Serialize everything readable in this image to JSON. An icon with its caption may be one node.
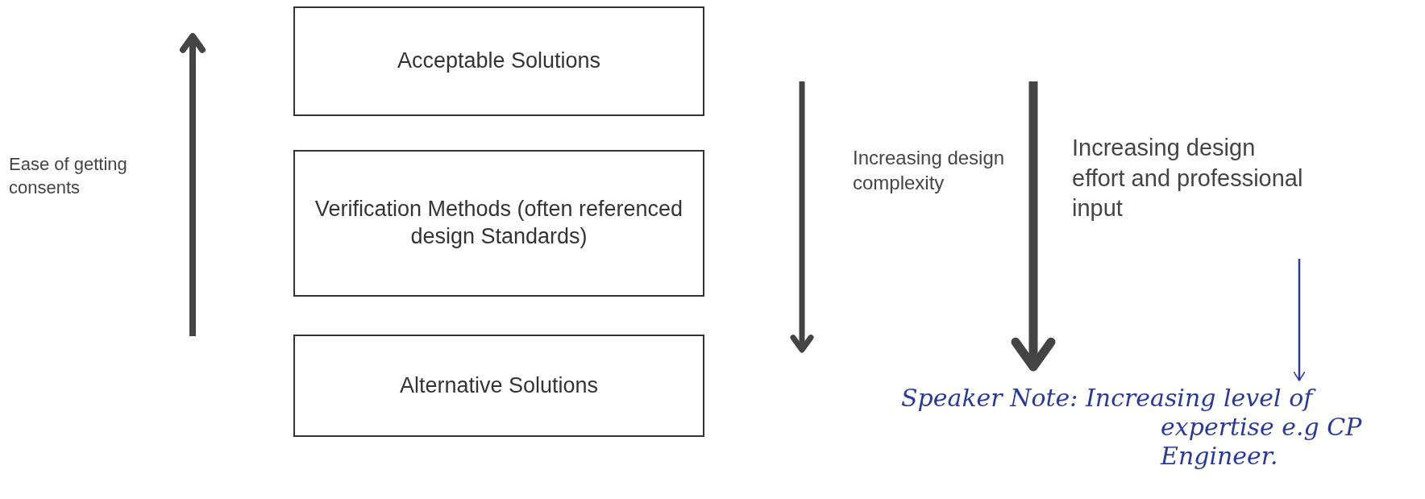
{
  "diagram": {
    "nodes": [
      {
        "text": [
          "Acceptable Solutions"
        ]
      },
      {
        "text": [
          "Verification Methods (often referenced design Standards)"
        ]
      },
      {
        "text": [
          "Alternative Solutions"
        ]
      },
      {
        "text": [
          "Speaker Note: Increasing level of expertise e.g CP Engineer."
        ]
      }
    ],
    "edges": [
      {
        "from": null,
        "to": 3,
        "arrow": "to"
      }
    ],
    "labels": [
      "Ease of getting consents",
      "Increasing design complexity",
      "Increasing design effort and professional input"
    ]
  }
}
